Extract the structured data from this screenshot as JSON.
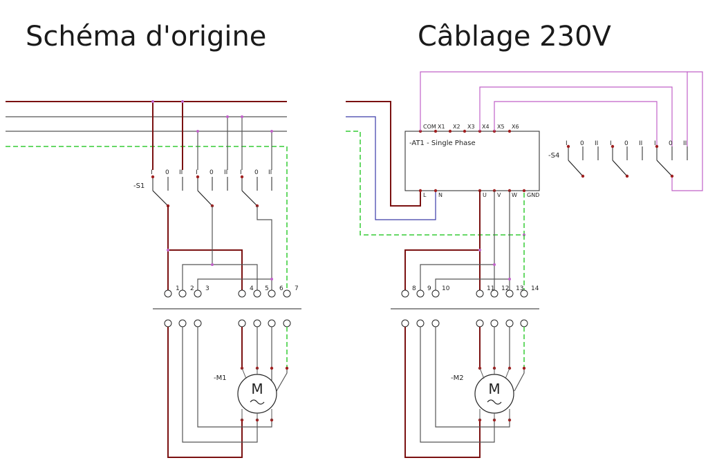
{
  "titles": {
    "left": "Schéma d'origine",
    "right": "Câblage 230V"
  },
  "colors": {
    "phase": "#7a1010",
    "neutral": "#3a3aa8",
    "wire": "#555555",
    "earth": "#33cc33",
    "control": "#c060c8",
    "terminal_dot": "#a02020"
  },
  "left": {
    "switch_label": "-S1",
    "motor_label": "-M1",
    "motor_symbol": "M",
    "switch_positions": [
      "I",
      "0",
      "II",
      "I",
      "0",
      "II",
      "I",
      "0",
      "II"
    ],
    "terminals": [
      "1",
      "2",
      "3",
      "4",
      "5",
      "6",
      "7"
    ]
  },
  "right": {
    "vfd_label": "-AT1 - Single Phase",
    "vfd_inputs": [
      "COM",
      "X1",
      "X2",
      "X3",
      "X4",
      "X5",
      "X6"
    ],
    "vfd_power_in": [
      "L",
      "N"
    ],
    "vfd_power_out": [
      "U",
      "V",
      "W",
      "GND"
    ],
    "switch_label": "-S4",
    "switch_positions": [
      "I",
      "0",
      "II",
      "I",
      "0",
      "II",
      "I",
      "0",
      "II"
    ],
    "motor_label": "-M2",
    "motor_symbol": "M",
    "terminals": [
      "8",
      "9",
      "10",
      "11",
      "12",
      "13",
      "14"
    ]
  }
}
